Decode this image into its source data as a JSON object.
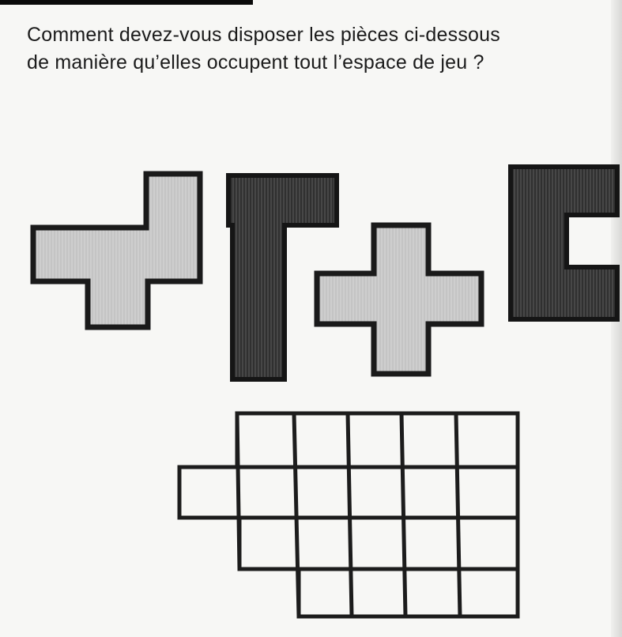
{
  "question": {
    "line1": "Comment devez-vous disposer les pièces ci-dessous",
    "line2": "de manière qu’elles occupent tout l’espace de jeu ?"
  },
  "pieces": [
    {
      "name": "light-t-piece",
      "shade": "light"
    },
    {
      "name": "dark-l-piece",
      "shade": "dark"
    },
    {
      "name": "light-cross-piece",
      "shade": "light"
    },
    {
      "name": "dark-c-piece",
      "shade": "dark"
    }
  ],
  "grid": {
    "rows": 4,
    "columns": 6,
    "cells_per_row": [
      5,
      6,
      5,
      4
    ]
  },
  "colors": {
    "paper": "#f7f7f5",
    "ink": "#1a1a1a",
    "light_piece": "#c9c9c9",
    "dark_piece": "#3a3a3a"
  }
}
